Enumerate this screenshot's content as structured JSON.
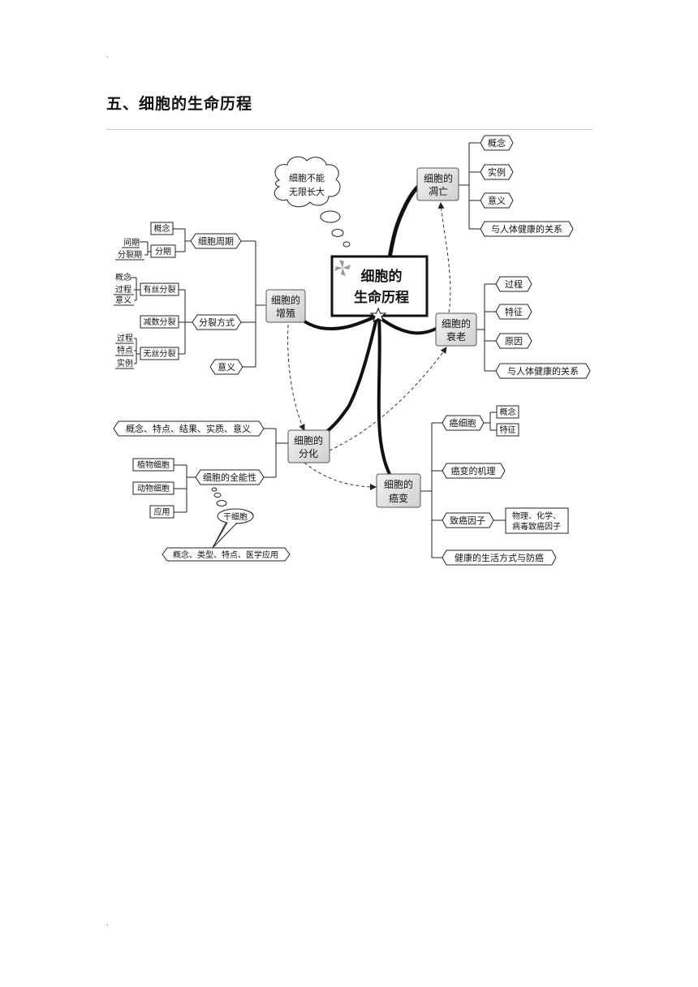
{
  "page": {
    "top_marker": ".",
    "bottom_marker": ".",
    "section_title": "五、细胞的生命历程"
  },
  "diagram": {
    "center": [
      "细胞的",
      "生命历程"
    ],
    "cloud": [
      "细胞不能",
      "无限长大"
    ],
    "proliferation": {
      "label": [
        "细胞的",
        "增殖"
      ],
      "cell_cycle": "细胞周期",
      "cycle_items": [
        "概念",
        "分期"
      ],
      "phases": [
        "间期",
        "分裂期"
      ],
      "division_mode": "分裂方式",
      "modes": [
        "有丝分裂",
        "减数分裂",
        "无丝分裂"
      ],
      "mitosis_items": [
        "概念",
        "过程",
        "意义"
      ],
      "amitosis_items": [
        "过程",
        "特点",
        "实例"
      ],
      "significance": "意义"
    },
    "apoptosis": {
      "label": [
        "细胞的",
        "凋亡"
      ],
      "items": [
        "概念",
        "实例",
        "意义",
        "与人体健康的关系"
      ]
    },
    "aging": {
      "label": [
        "细胞的",
        "衰老"
      ],
      "items": [
        "过程",
        "特征",
        "原因",
        "与人体健康的关系"
      ]
    },
    "differentiation": {
      "label": [
        "细胞的",
        "分化"
      ],
      "summary": "概念、特点、结果、实质、意义",
      "totipotency": "细胞的全能性",
      "totipotency_items": [
        "植物细胞",
        "动物细胞",
        "应用"
      ],
      "stem_cell": "干细胞",
      "stem_cell_info": "概念、类型、特点、医学应用"
    },
    "cancer": {
      "label": [
        "细胞的",
        "癌变"
      ],
      "cancer_cell": "癌细胞",
      "cancer_cell_items": [
        "概念",
        "特征"
      ],
      "mechanism": "癌变的机理",
      "carcinogens": "致癌因子",
      "carcinogen_types": [
        "物理、化学、",
        "病毒致癌因子"
      ],
      "prevention": "健康的生活方式与防癌"
    }
  }
}
